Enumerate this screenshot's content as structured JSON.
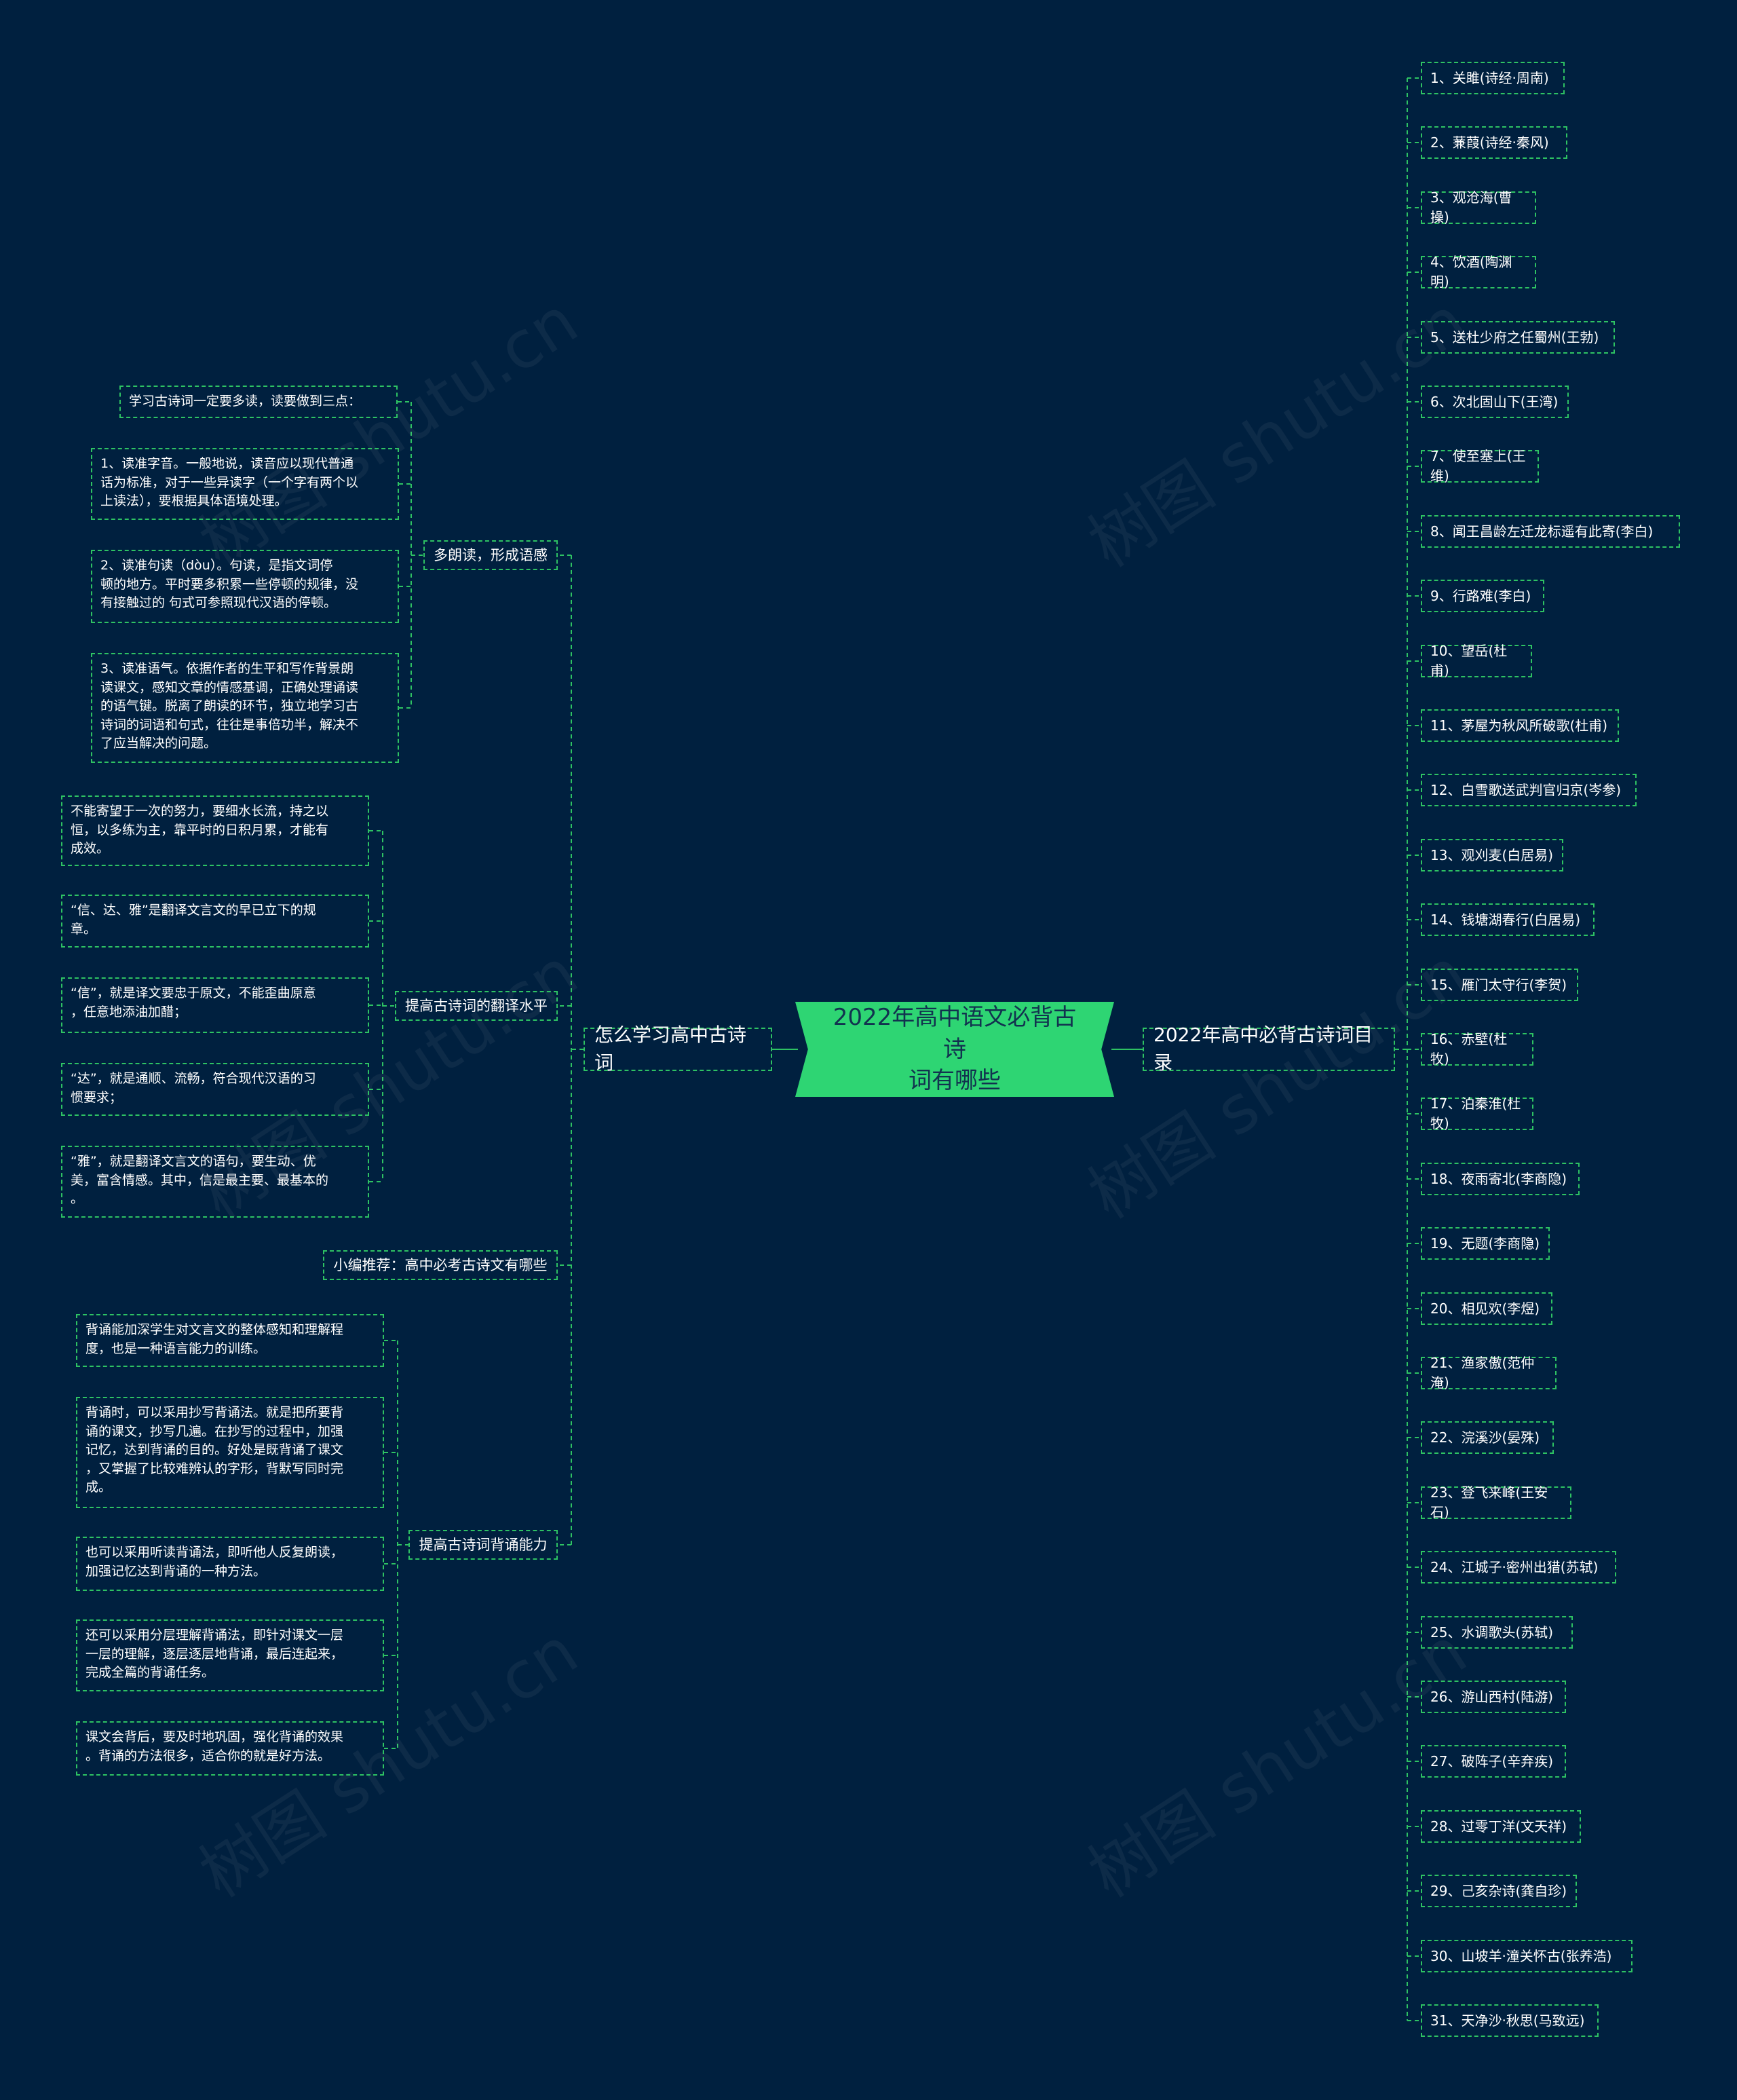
{
  "root": {
    "title": "2022年高中语文必背古诗\n词有哪些"
  },
  "watermark": "树图 shutu.cn",
  "left_branch": {
    "label": "怎么学习高中古诗词",
    "groups": [
      {
        "label": "多朗读，形成语感",
        "items": [
          "学习古诗词一定要多读，读要做到三点：",
          "1、读准字音。一般地说，读音应以现代普通\n话为标准，对于一些异读字（一个字有两个以\n上读法），要根据具体语境处理。",
          "2、读准句读（dòu）。句读，是指文词停\n顿的地方。平时要多积累一些停顿的规律，没\n有接触过的 句式可参照现代汉语的停顿。",
          "3、读准语气。依据作者的生平和写作背景朗\n读课文，感知文章的情感基调，正确处理诵读\n的语气键。脱离了朗读的环节，独立地学习古\n诗词的词语和句式，往往是事倍功半，解决不\n了应当解决的问题。"
        ]
      },
      {
        "label": "提高古诗词的翻译水平",
        "items": [
          "不能寄望于一次的努力，要细水长流，持之以\n恒，以多练为主，靠平时的日积月累，才能有\n成效。",
          "“信、达、雅”是翻译文言文的早已立下的规\n章。",
          "“信”，就是译文要忠于原文，不能歪曲原意\n，任意地添油加醋；",
          "“达”，就是通顺、流畅，符合现代汉语的习\n惯要求；",
          "“雅”，就是翻译文言文的语句，要生动、优\n美，富含情感。其中，信是最主要、最基本的\n。"
        ]
      },
      {
        "label": "小编推荐：高中必考古诗文有哪些",
        "items": []
      },
      {
        "label": "提高古诗词背诵能力",
        "items": [
          "背诵能加深学生对文言文的整体感知和理解程\n度，也是一种语言能力的训练。",
          "背诵时，可以采用抄写背诵法。就是把所要背\n诵的课文，抄写几遍。在抄写的过程中，加强\n记忆，达到背诵的目的。好处是既背诵了课文\n，又掌握了比较难辨认的字形，背默写同时完\n成。",
          "也可以采用听读背诵法，即听他人反复朗读，\n加强记忆达到背诵的一种方法。",
          "还可以采用分层理解背诵法，即针对课文一层\n一层的理解，逐层逐层地背诵，最后连起来，\n完成全篇的背诵任务。",
          "课文会背后，要及时地巩固，强化背诵的效果\n。背诵的方法很多，适合你的就是好方法。"
        ]
      }
    ]
  },
  "right_branch": {
    "label": "2022年高中必背古诗词目录",
    "items": [
      "1、关雎(诗经·周南)",
      "2、蒹葭(诗经·秦风)",
      "3、观沧海(曹操)",
      "4、饮酒(陶渊明)",
      "5、送杜少府之任蜀州(王勃)",
      "6、次北固山下(王湾)",
      "7、使至塞上(王维)",
      "8、闻王昌龄左迁龙标遥有此寄(李白)",
      "9、行路难(李白)",
      "10、望岳(杜甫)",
      "11、茅屋为秋风所破歌(杜甫)",
      "12、白雪歌送武判官归京(岑参)",
      "13、观刈麦(白居易)",
      "14、钱塘湖春行(白居易)",
      "15、雁门太守行(李贺)",
      "16、赤壁(杜牧)",
      "17、泊秦淮(杜牧)",
      "18、夜雨寄北(李商隐)",
      "19、无题(李商隐)",
      "20、相见欢(李煜)",
      "21、渔家傲(范仲淹)",
      "22、浣溪沙(晏殊)",
      "23、登飞来峰(王安石)",
      "24、江城子·密州出猎(苏轼)",
      "25、水调歌头(苏轼)",
      "26、游山西村(陆游)",
      "27、破阵子(辛弃疾)",
      "28、过零丁洋(文天祥)",
      "29、己亥杂诗(龚自珍)",
      "30、山坡羊·潼关怀古(张养浩)",
      "31、天净沙·秋思(马致远)"
    ]
  },
  "colors": {
    "background": "#00203f",
    "root_fill": "#2ed573",
    "root_text": "#12324f",
    "edge": "#2ec263",
    "text": "#ffffff"
  }
}
